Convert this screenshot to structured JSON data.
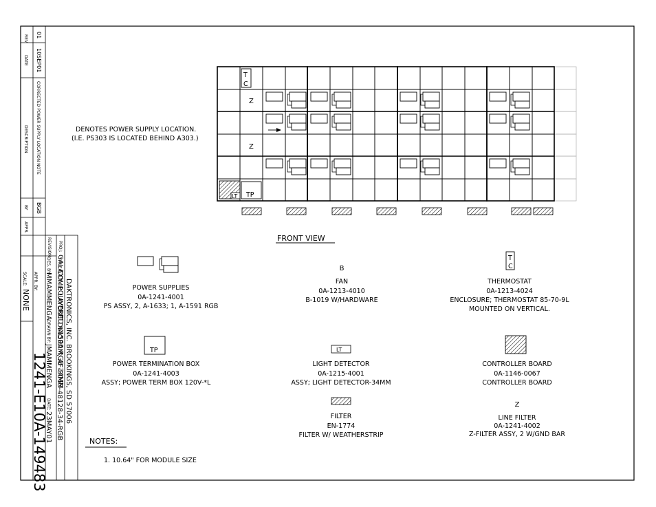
{
  "revision_block": {
    "headers": {
      "rev": "REV",
      "date": "DATE",
      "description": "DESCRIPTION",
      "by": "BY",
      "appr": "APPR."
    },
    "entry": {
      "rev": "01",
      "date": "10SEP01",
      "description": "CORRECTED POWER SUPPLY LOCATION NOTE",
      "by": "BGB",
      "appr": ""
    },
    "caption": "REVISION"
  },
  "title_block": {
    "company": "DAKTRONICS, INC.  BROOKINGS, SD 57006",
    "proj_label": "PROJ:",
    "proj": "GALAXY, LOUVERED V1500 RGB 34MM",
    "title_label": "TITLE:",
    "title": "COMP. LAYOUT DIAGRAM; AF-3065-48128-34-RGB",
    "des_label": "DES. BY:",
    "des_by": "MMAMMENGA",
    "drawn_label": "DRAWN BY:",
    "drawn_by": "JMAMMENGA",
    "date_label": "DATE:",
    "date": "23MAY01",
    "appr_label": "APPR. BY:",
    "scale_label": "SCALE:",
    "scale": "NONE",
    "drawing_number": "1241-E10A-149483"
  },
  "front_view": {
    "label": "FRONT VIEW",
    "tc_symbol": [
      "T",
      "C"
    ],
    "z_symbol": "Z",
    "lt_symbol": "LT",
    "tp_symbol": "TP",
    "callout": [
      "DENOTES POWER SUPPLY LOCATION.",
      "(I.E. PS303 IS LOCATED BEHIND A303.)"
    ]
  },
  "legend": {
    "power_supplies": {
      "title": "POWER SUPPLIES",
      "part": "0A-1241-4001",
      "desc": "PS ASSY, 2, A-1633; 1, A-1591 RGB"
    },
    "fan": {
      "symbol": "B",
      "title": "FAN",
      "part": "0A-1213-4010",
      "desc": "B-1019 W/HARDWARE"
    },
    "thermostat": {
      "symbol": [
        "T",
        "C"
      ],
      "title": "THERMOSTAT",
      "part": "0A-1213-4024",
      "desc": "ENCLOSURE; THERMOSTAT 85-70-9L",
      "note": "MOUNTED ON VERTICAL."
    },
    "power_termination_box": {
      "symbol": "TP",
      "title": "POWER TERMINATION BOX",
      "part": "0A-1241-4003",
      "desc": "ASSY; POWER TERM BOX 120V-*L"
    },
    "light_detector": {
      "symbol": "LT",
      "title": "LIGHT DETECTOR",
      "part": "0A-1215-4001",
      "desc": "ASSY; LIGHT DETECTOR-34MM"
    },
    "controller_board": {
      "title": "CONTROLLER BOARD",
      "part": "0A-1146-0067",
      "desc": "CONTROLLER BOARD"
    },
    "filter": {
      "title": "FILTER",
      "part": "EN-1774",
      "desc": "FILTER W/ WEATHERSTRIP"
    },
    "line_filter": {
      "symbol": "Z",
      "title": "LINE FILTER",
      "part": "0A-1241-4002",
      "desc": "Z-FILTER ASSY, 2 W/GND BAR"
    }
  },
  "notes": {
    "heading": "NOTES:",
    "items": [
      "1.   10.64\" FOR MODULE SIZE"
    ]
  },
  "colors": {
    "line": "#000000",
    "light_grid": "#b0b0b0"
  }
}
